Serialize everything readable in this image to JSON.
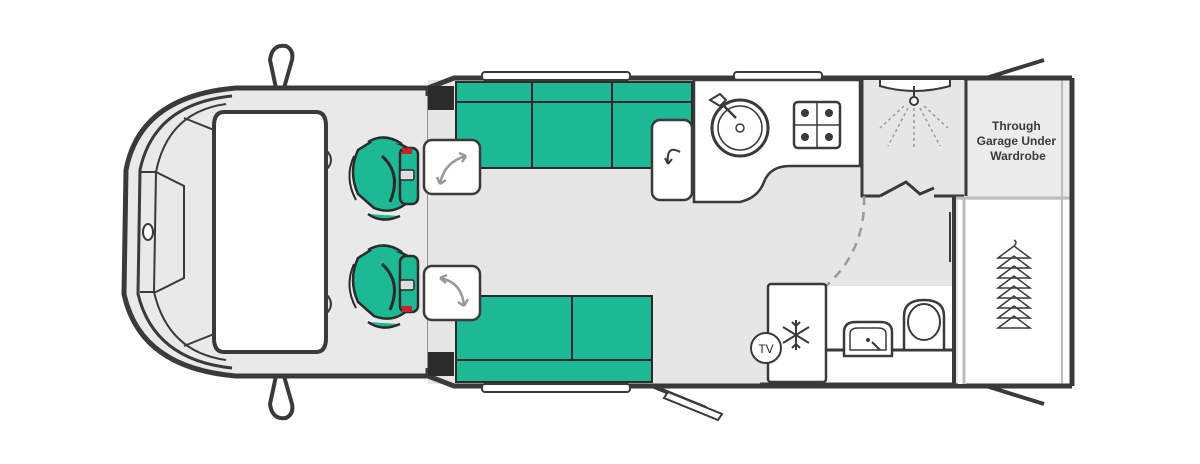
{
  "labels": {
    "garage": [
      "Through",
      "Garage Under",
      "Wardrobe"
    ],
    "tv": "TV"
  },
  "colors": {
    "outline": "#3a3a3a",
    "floor": "#e6e6e6",
    "wall_fill": "#ffffff",
    "seat_teal": "#1db894",
    "seat_outline": "#2b2b2b",
    "belt_red": "#c8202c",
    "garage_fill": "#ececec",
    "fixture_grey": "#bdbdbd"
  },
  "icons": {
    "hob": "hob-icon",
    "sink": "round-sink-icon",
    "swivel": "swivel-arrow-icon",
    "fridge": "snowflake-icon",
    "shower": "shower-head-icon",
    "toilet": "toilet-icon",
    "hangers": "coat-hanger-icon"
  }
}
